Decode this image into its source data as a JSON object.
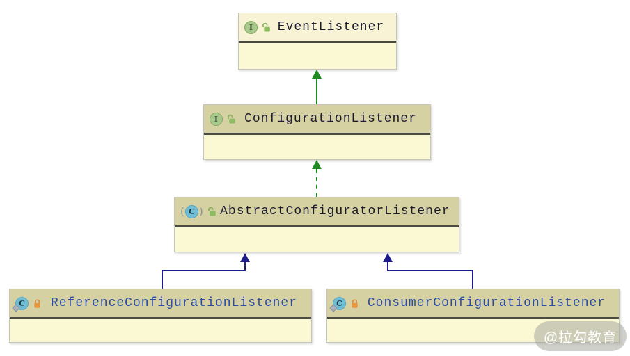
{
  "diagram": {
    "type": "uml-class-diagram",
    "nodes": {
      "eventListener": {
        "label": "EventListener",
        "kind": "interface",
        "lock": "open-green"
      },
      "configurationListener": {
        "label": "ConfigurationListener",
        "kind": "interface",
        "lock": "open-green"
      },
      "abstractConfiguratorListener": {
        "label": "AbstractConfiguratorListener",
        "kind": "abstract-class",
        "lock": "open-green"
      },
      "referenceConfigurationListener": {
        "label": "ReferenceConfigurationListener",
        "kind": "class",
        "lock": "closed-orange"
      },
      "consumerConfigurationListener": {
        "label": "ConsumerConfigurationListener",
        "kind": "class",
        "lock": "closed-orange"
      }
    },
    "relationships": [
      {
        "from": "ConfigurationListener",
        "to": "EventListener",
        "type": "extends",
        "style": "solid-green"
      },
      {
        "from": "AbstractConfiguratorListener",
        "to": "ConfigurationListener",
        "type": "implements",
        "style": "dashed-green"
      },
      {
        "from": "ReferenceConfigurationListener",
        "to": "AbstractConfiguratorListener",
        "type": "extends",
        "style": "solid-navy"
      },
      {
        "from": "ConsumerConfigurationListener",
        "to": "AbstractConfiguratorListener",
        "type": "extends",
        "style": "solid-navy"
      }
    ],
    "icons": {
      "interface_letter": "I",
      "class_letter": "C",
      "paren_open": "(",
      "paren_close": ")"
    },
    "colors": {
      "node_body": "#faf9d4",
      "node_header_tan": "#d5d1a3",
      "node_header_light": "#f8f3d4",
      "separator": "#4b4b41",
      "name_dark": "#1b1b2f",
      "name_blue": "#2b4ba8",
      "extends_green": "#1f8a1f",
      "extends_navy": "#1c1c8e",
      "interface_ball": "#a8ca8c",
      "class_ball": "#70bdd6",
      "lock_open": "#8cbb62",
      "lock_closed": "#e8963e"
    },
    "watermark": {
      "text": "@拉勾教育"
    }
  }
}
